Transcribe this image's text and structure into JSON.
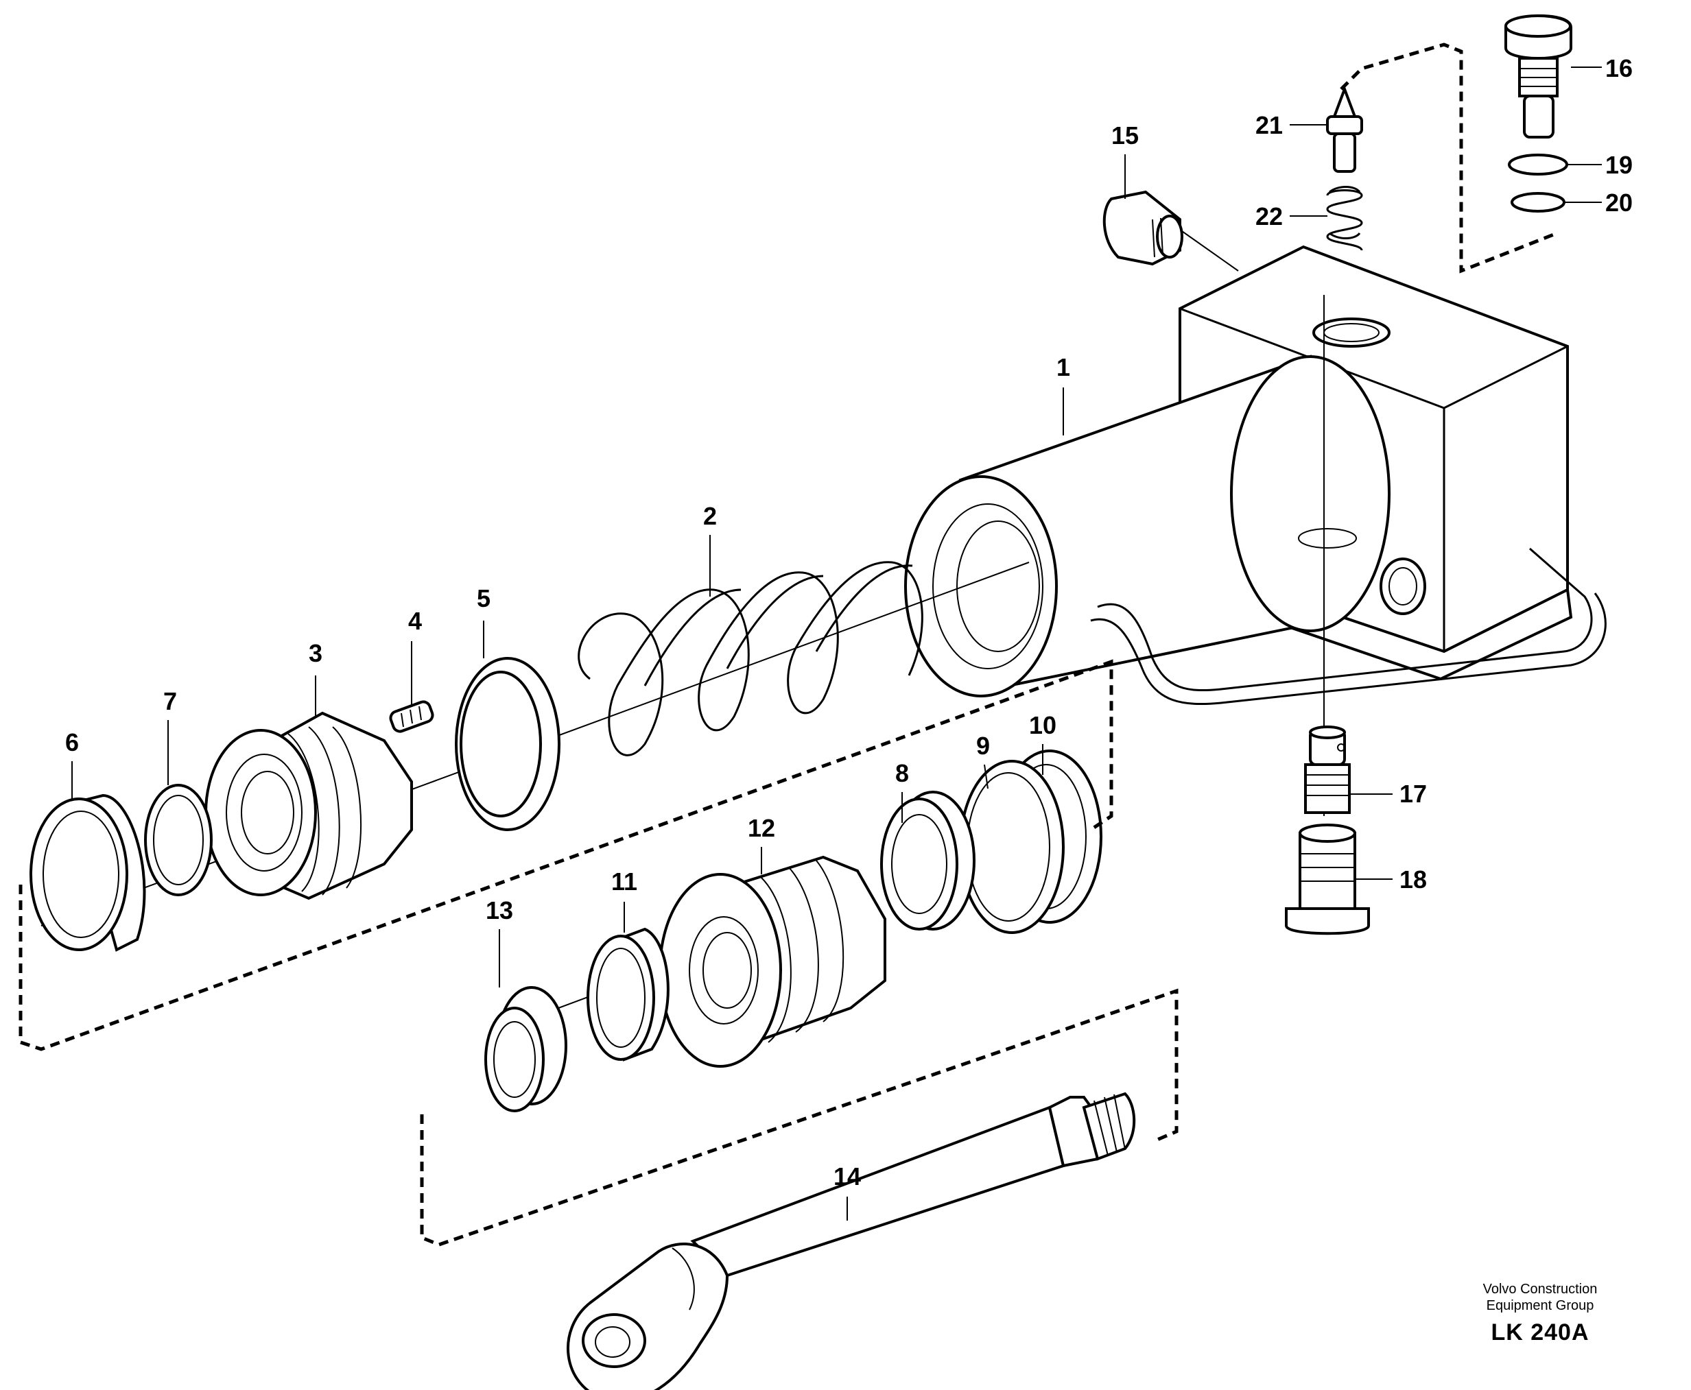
{
  "callouts": [
    {
      "id": "1",
      "label": "1"
    },
    {
      "id": "2",
      "label": "2"
    },
    {
      "id": "3",
      "label": "3"
    },
    {
      "id": "4",
      "label": "4"
    },
    {
      "id": "5",
      "label": "5"
    },
    {
      "id": "6",
      "label": "6"
    },
    {
      "id": "7",
      "label": "7"
    },
    {
      "id": "8",
      "label": "8"
    },
    {
      "id": "9",
      "label": "9"
    },
    {
      "id": "10",
      "label": "10"
    },
    {
      "id": "11",
      "label": "11"
    },
    {
      "id": "12",
      "label": "12"
    },
    {
      "id": "13",
      "label": "13"
    },
    {
      "id": "14",
      "label": "14"
    },
    {
      "id": "15",
      "label": "15"
    },
    {
      "id": "16",
      "label": "16"
    },
    {
      "id": "17",
      "label": "17"
    },
    {
      "id": "18",
      "label": "18"
    },
    {
      "id": "19",
      "label": "19"
    },
    {
      "id": "20",
      "label": "20"
    },
    {
      "id": "21",
      "label": "21"
    },
    {
      "id": "22",
      "label": "22"
    }
  ],
  "footer": {
    "company_line1": "Volvo Construction",
    "company_line2": "Equipment Group",
    "drawing_code": "LK 240A"
  }
}
